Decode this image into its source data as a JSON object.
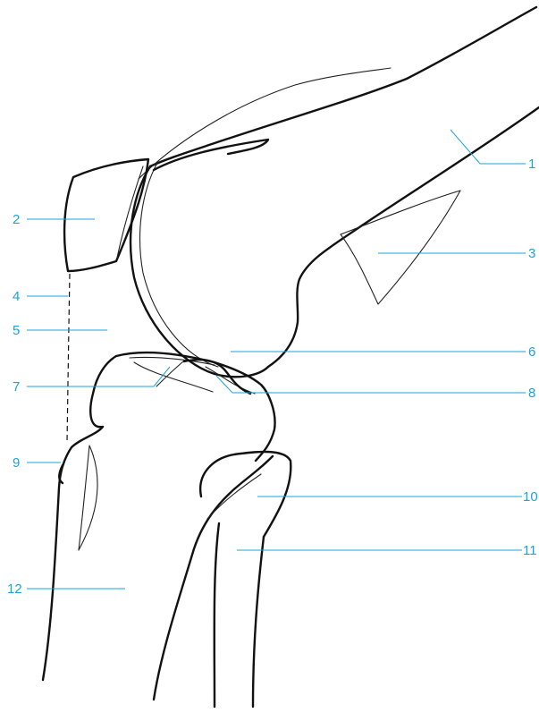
{
  "diagram": {
    "labels": [
      "1",
      "2",
      "3",
      "4",
      "5",
      "6",
      "7",
      "8",
      "9",
      "10",
      "11",
      "12"
    ]
  },
  "colors": {
    "label": "#1aa3e0",
    "outline": "#111111",
    "background": "#ffffff"
  }
}
